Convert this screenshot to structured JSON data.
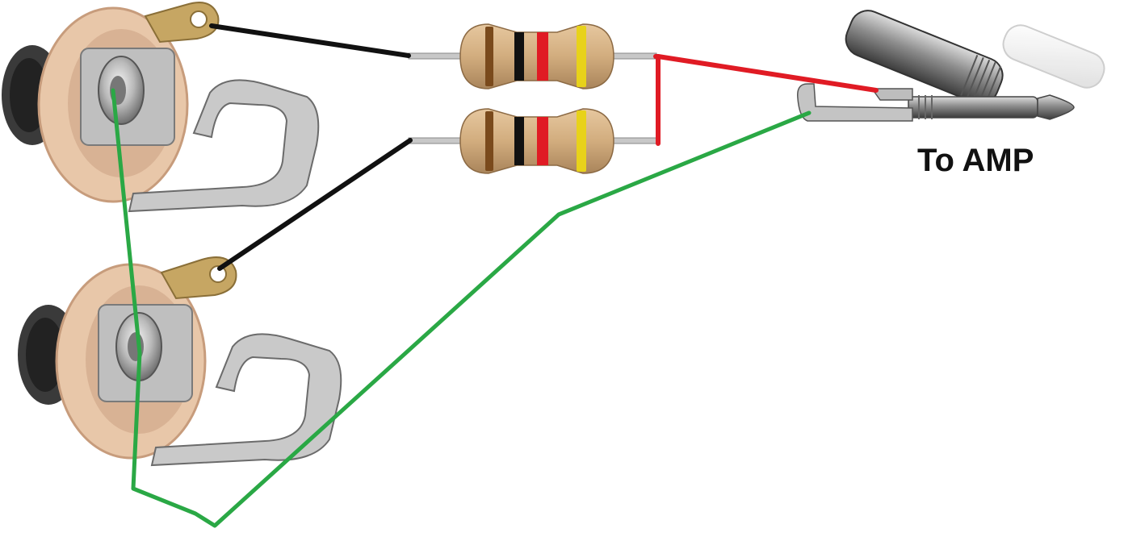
{
  "diagram": {
    "output_label": "To AMP",
    "components": {
      "input_jacks": [
        {
          "name": "jack-1",
          "role": "input"
        },
        {
          "name": "jack-2",
          "role": "input"
        }
      ],
      "resistors": [
        {
          "name": "resistor-1",
          "bands": [
            "brown",
            "black",
            "red",
            "gold"
          ]
        },
        {
          "name": "resistor-2",
          "bands": [
            "brown",
            "black",
            "red",
            "gold"
          ]
        }
      ],
      "output_plug": {
        "name": "quarter-inch-plug"
      }
    },
    "wire_colors": {
      "signal_to_resistor": "#111111",
      "resistor_to_plug_tip": "#e01b24",
      "ground": "#2aa845"
    },
    "band_colors": {
      "brown": "#7a4a1c",
      "black": "#111111",
      "red": "#e01b24",
      "gold": "#e8d21a"
    }
  }
}
